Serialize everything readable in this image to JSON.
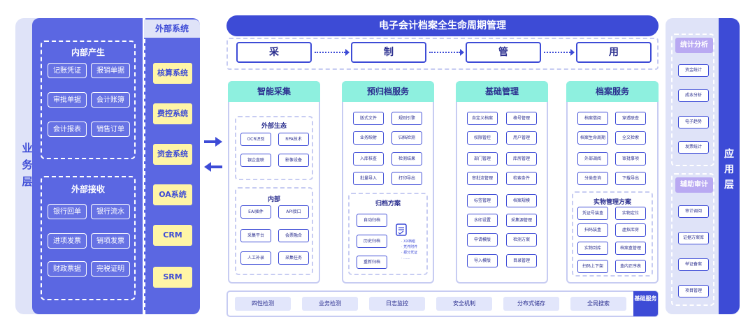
{
  "business_layer": {
    "side_label": [
      "业",
      "务",
      "层"
    ],
    "internal": {
      "title": "内部产生",
      "items": [
        "记账凭证",
        "报销单据",
        "审批单据",
        "会计账簿",
        "会计报表",
        "销售订单"
      ]
    },
    "external": {
      "title": "外部接收",
      "items": [
        "银行回单",
        "银行流水",
        "进项发票",
        "销项发票",
        "财政票据",
        "完税证明"
      ]
    }
  },
  "external_systems": {
    "title": "外部系统",
    "items": [
      "核算系统",
      "费控系统",
      "资金系统",
      "OA系统",
      "CRM",
      "SRM"
    ]
  },
  "arrows": {
    "inbound": "right-arrow-icon",
    "outbound": "left-arrow-icon"
  },
  "lifecycle": {
    "title": "电子会计档案全生命周期管理",
    "stages": [
      "采",
      "制",
      "管",
      "用"
    ]
  },
  "columns": {
    "smart_collection": {
      "title": "智能采集",
      "external_eco": {
        "title": "外部生态",
        "items": [
          "OCR识别",
          "RPA技术",
          "银企直联",
          "影像设备"
        ]
      },
      "internal": {
        "title": "内部",
        "items": [
          "EAI插件",
          "API接口",
          "采集平台",
          "会票融合",
          "人工补录",
          "采集任务"
        ]
      }
    },
    "pre_archive": {
      "title": "预归档服务",
      "items": [
        "版式文件",
        "规则引擎",
        "业务映射",
        "归档检测",
        "入库核查",
        "检测结果",
        "批量导入",
        "打印导出"
      ],
      "scheme": {
        "title": "归档方案",
        "items": [
          "自动归档",
          "历史归档",
          "重新归档"
        ],
        "doc_lines": [
          "· XX档组",
          "· 凭件附件",
          "· 报分凭证",
          "· ......"
        ],
        "doc_icon": "checklist-document-icon"
      }
    },
    "base_management": {
      "title": "基础管理",
      "items": [
        "自定义档案",
        "格号管理",
        "权限管控",
        "用户管理",
        "部门管理",
        "库房管理",
        "审批流管理",
        "检索条件",
        "标签管理",
        "档案规模",
        "水印设置",
        "采集源管理",
        "申请模版",
        "检测方案",
        "导入模版",
        "目录管理"
      ]
    },
    "archive_service": {
      "title": "档案服务",
      "items": [
        "档案借阅",
        "穿透联查",
        "档案生命周期",
        "全文检索",
        "外部调阅",
        "审批事项",
        "分类查询",
        "下载导出"
      ],
      "physical": {
        "title": "实物管理方案",
        "items": [
          "凭证号装盒",
          "实物定位",
          "扫码装盒",
          "虚拟库房",
          "实物到库",
          "档案盒管理",
          "扫码上下架",
          "盒内正序表"
        ]
      }
    }
  },
  "base_services": {
    "items": [
      "四性检测",
      "业务检测",
      "日志监控",
      "安全机制",
      "分布式储存",
      "全局搜索"
    ],
    "label": "基础服务"
  },
  "application_layer": {
    "side_label": [
      "应",
      "用",
      "层"
    ],
    "statistics": {
      "title": "统计分析",
      "items": [
        "资金统计",
        "成本分析",
        "电子趋势",
        "发票统计"
      ]
    },
    "audit": {
      "title": "辅助审计",
      "items": [
        "审计调阅",
        "证据方案库",
        "举证备案",
        "项目管理"
      ]
    }
  },
  "colors": {
    "primary": "#3d4bd6",
    "panel": "#5b67e2",
    "light_panel": "#dfe3f8",
    "teal_header": "#8ef0df",
    "yellow_chip": "#fff5a6",
    "violet_header": "#b9a9f2"
  }
}
